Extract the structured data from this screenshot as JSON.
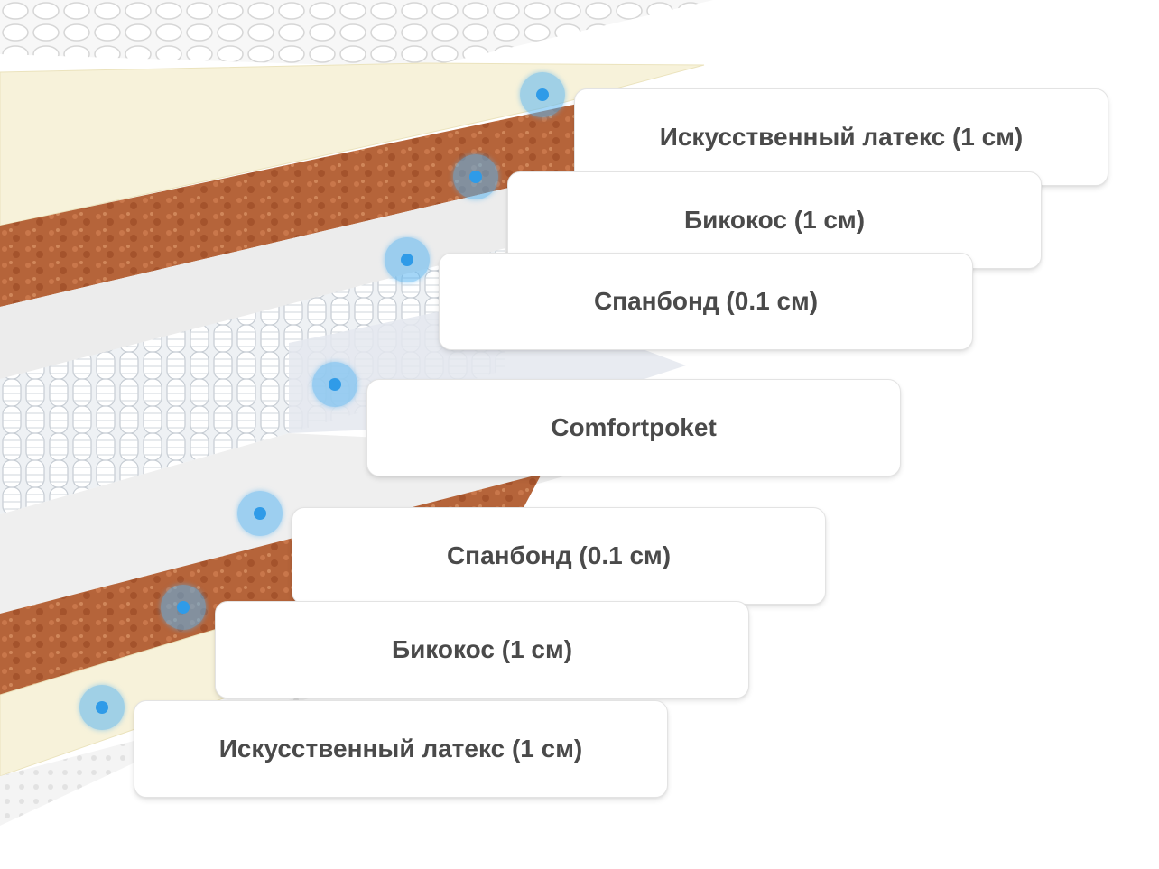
{
  "layers": [
    {
      "label": "Искусственный латекс (1 см)"
    },
    {
      "label": "Бикокос (1 см)"
    },
    {
      "label": "Спанбонд (0.1 см)"
    },
    {
      "label": "Comfortpoket"
    },
    {
      "label": "Спанбонд (0.1 см)"
    },
    {
      "label": "Бикокос (1 см)"
    },
    {
      "label": "Искусственный латекс (1 см)"
    }
  ],
  "colors": {
    "latex": "#f6f1d9",
    "coconut": "#b5643a",
    "spunbond": "#eeeeee",
    "spring": "#f2f4f6",
    "marker": "#2f9be8",
    "label_text": "#4a4a4a"
  },
  "icons": {
    "marker": "layer-marker-dot-icon"
  }
}
